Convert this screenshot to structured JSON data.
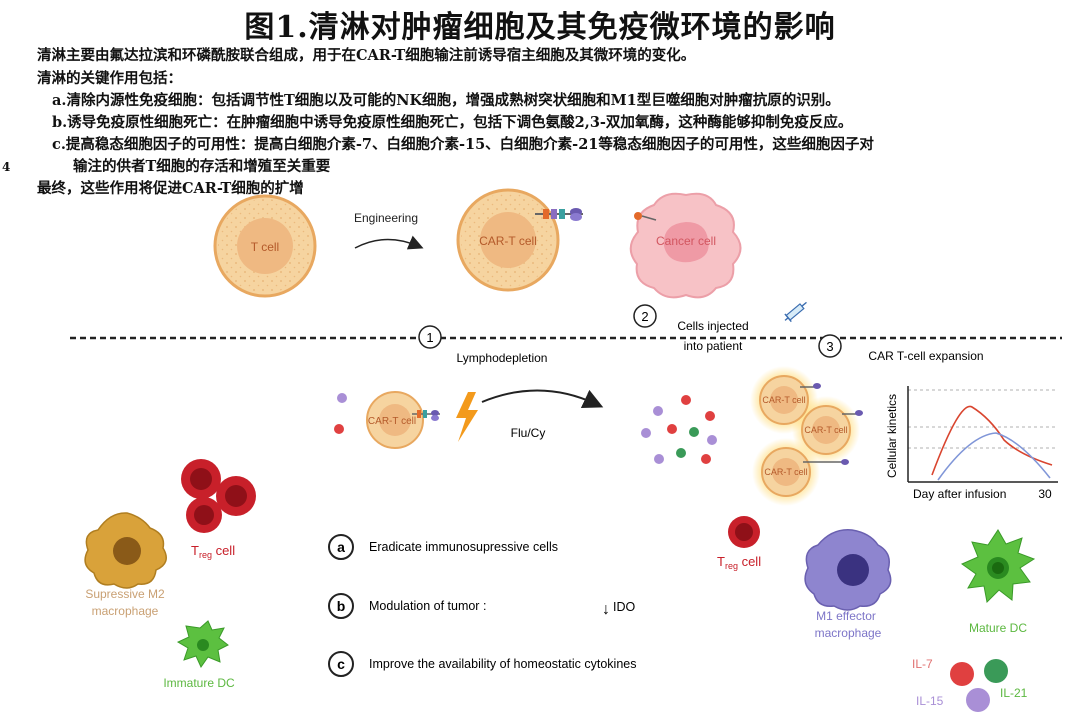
{
  "title": "图1.清淋对肿瘤细胞及其免疫微环境的影响",
  "intro": {
    "line1": "清淋主要由氟达拉滨和环磷酰胺联合组成，用于在CAR-T细胞输注前诱导宿主细胞及其微环境的变化。",
    "line2": "清淋的关键作用包括：",
    "item_a": "a.清除内源性免疫细胞：包括调节性T细胞以及可能的NK细胞，增强成熟树突状细胞和M1型巨噬细胞对肿瘤抗原的识别。",
    "item_b": "b.诱导免疫原性细胞死亡：在肿瘤细胞中诱导免疫原性细胞死亡，包括下调色氨酸2,3-双加氧酶，这种酶能够抑制免疫反应。",
    "item_c1": "c.提高稳态细胞因子的可用性：提高白细胞介素-7、白细胞介素-15、白细胞介素-21等稳态细胞因子的可用性，这些细胞因子对",
    "item_c2": "输注的供者T细胞的存活和增殖至关重要",
    "conclusion": "最终，这些作用将促进CAR-T细胞的扩增",
    "margin_mark": "4"
  },
  "top": {
    "t_cell": "T cell",
    "engineering": "Engineering",
    "car_t_cell": "CAR-T cell",
    "cancer_cell": "Cancer cell"
  },
  "steps": {
    "s1_num": "1",
    "s1_label": "Lymphodepletion",
    "s2_num": "2",
    "s2_label1": "Cells injected",
    "s2_label2": "into patient",
    "s3_num": "3",
    "s3_label": "CAR T-cell expansion"
  },
  "middle": {
    "car_t_cell": "CAR-T cell",
    "drug": "Flu/Cy",
    "expanding_cell": "CAR-T cell"
  },
  "kinetics": {
    "ylabel": "Cellular kinetics",
    "xlabel": "Day after infusion",
    "xtick_end": "30"
  },
  "left_cells": {
    "treg_T": "T",
    "treg_sub": "reg",
    "treg_rest": " cell",
    "m2_line1": "Supressive M2",
    "m2_line2": "macrophage",
    "immature_dc": "Immature DC"
  },
  "effects": {
    "a_letter": "a",
    "a_text": "Eradicate immunosupressive cells",
    "b_letter": "b",
    "b_text": "Modulation of tumor :",
    "b_arrow": "↓",
    "b_ido": "IDO",
    "c_letter": "c",
    "c_text": "Improve the availability of homeostatic cytokines"
  },
  "right_cells": {
    "treg_T": "T",
    "treg_sub": "reg",
    "treg_rest": " cell",
    "m1_line1": "M1 effector",
    "m1_line2": "macrophage",
    "mature_dc": "Mature DC",
    "il7": "IL-7",
    "il15": "IL-15",
    "il21": "IL-21"
  },
  "colors": {
    "tcell_fill": "#f6d4a0",
    "tcell_edge": "#e8a860",
    "cancer_fill": "#f7c2c6",
    "treg_red": "#c8202a",
    "m2_gold": "#d9a23a",
    "dc_green": "#5cc040",
    "m1_purple": "#8e85cf",
    "il_red": "#e04040",
    "il_green": "#3a9a58",
    "il_purple": "#a98fd6",
    "kinetics_red": "#d9452f",
    "kinetics_blue": "#8096d8"
  }
}
